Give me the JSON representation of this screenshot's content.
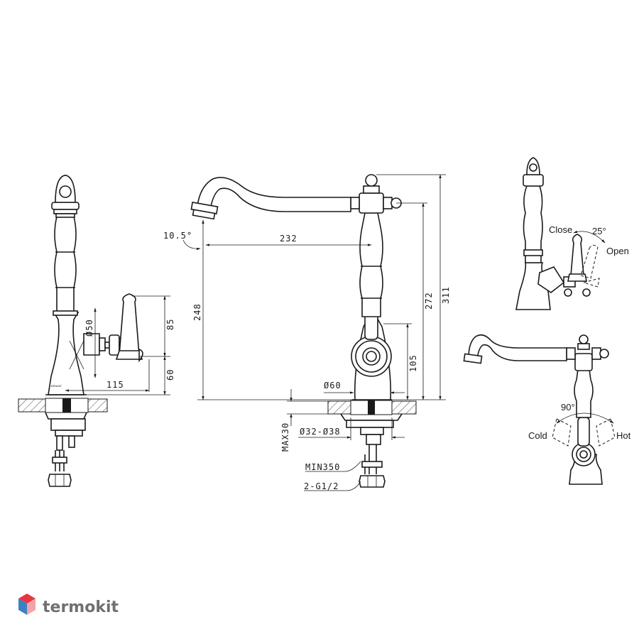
{
  "side_view": {
    "dimensions": {
      "height_handle": "85",
      "height_base": "60",
      "reach_handle": "115",
      "diameter_body": "Ø50"
    }
  },
  "front_view": {
    "dimensions": {
      "spout_angle": "10.5°",
      "spout_reach": "232",
      "spout_height": "248",
      "height_total": "311",
      "height_handle_top": "272",
      "height_handle_axis": "105",
      "base_diameter": "Ø60",
      "max_thickness": "MAX30",
      "hole_diameter": "Ø32-Ø38",
      "hose_length": "MIN350",
      "connection": "2-G1/2"
    }
  },
  "handle_view": {
    "close_label": "Close",
    "open_label": "Open",
    "angle": "25°"
  },
  "top_view": {
    "cold_label": "Cold",
    "hot_label": "Hot",
    "angle": "90°"
  },
  "logo": {
    "text": "termokit",
    "colors": {
      "top": "#e8353f",
      "left": "#3b82c4",
      "right": "#f4a3a8"
    }
  }
}
